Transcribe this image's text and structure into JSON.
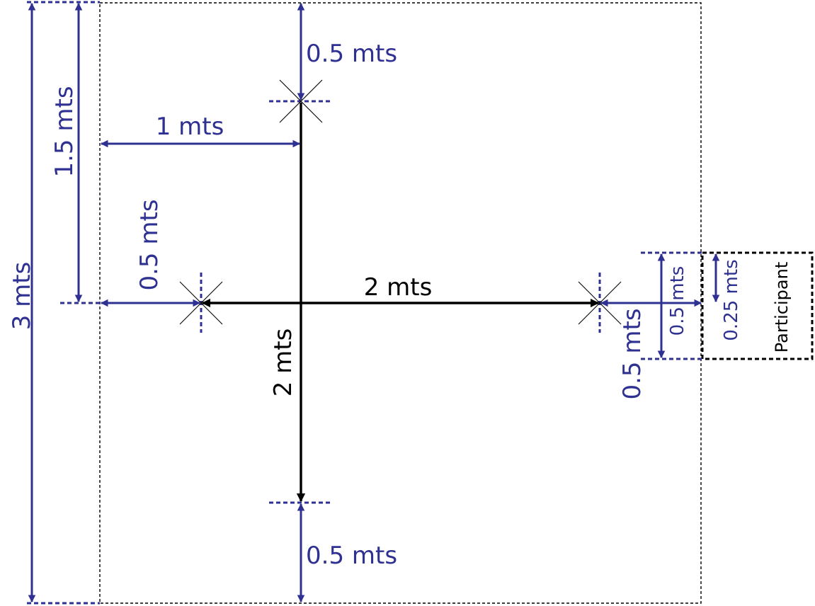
{
  "colors": {
    "dimension": "#2e3192",
    "main": "#000000",
    "boundary": "#000000",
    "background": "#ffffff"
  },
  "labels": {
    "total_height": "3 mts",
    "upper_offset": "1.5 mts",
    "top_gap": "0.5 mts",
    "left_offset": "1 mts",
    "left_mark_gap": "0.5 mts",
    "horizontal_length": "2 mts",
    "vertical_length": "2 mts",
    "bottom_gap": "0.5 mts",
    "right_gap": "0.5 mts",
    "participant_height": "0.5 mts",
    "participant_half": "0.25 mts",
    "participant": "Participant"
  }
}
